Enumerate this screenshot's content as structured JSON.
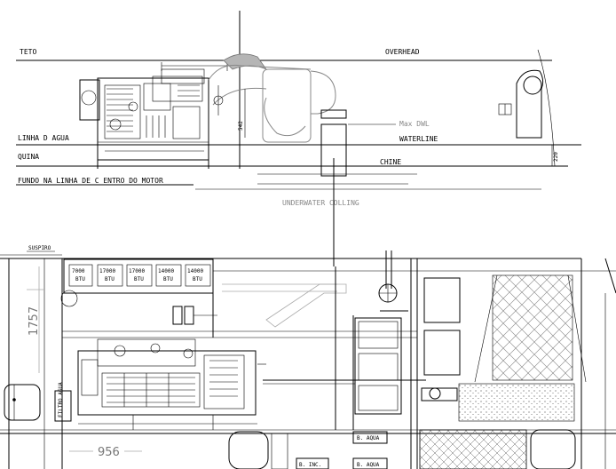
{
  "profile_labels": {
    "teto": "TETO",
    "overhead": "OVERHEAD",
    "linha_d_agua": "LINHA D AGUA",
    "waterline": "WATERLINE",
    "max_dwl": "Max DWL",
    "quina": "QUINA",
    "chine": "CHINE",
    "fundo": "FUNDO NA LINHA DE C ENTRO DO MOTOR",
    "underwater": "UNDERWATER COLLING",
    "dim_542": "542",
    "dim_220": "220"
  },
  "plan_labels": {
    "suspiro": "SUSPIRO",
    "dim_1757": "1757",
    "dim_956": "956",
    "b_aqua_1": "B. AQUA",
    "b_aqua_2": "B. AQUA",
    "b_inc": "B. INC.",
    "filtro": "FILTRO AGUA"
  },
  "ac_units": [
    {
      "btu": "7000",
      "unit": "BTU"
    },
    {
      "btu": "17000",
      "unit": "BTU"
    },
    {
      "btu": "17000",
      "unit": "BTU"
    },
    {
      "btu": "14000",
      "unit": "BTU"
    },
    {
      "btu": "14000",
      "unit": "BTU"
    }
  ]
}
